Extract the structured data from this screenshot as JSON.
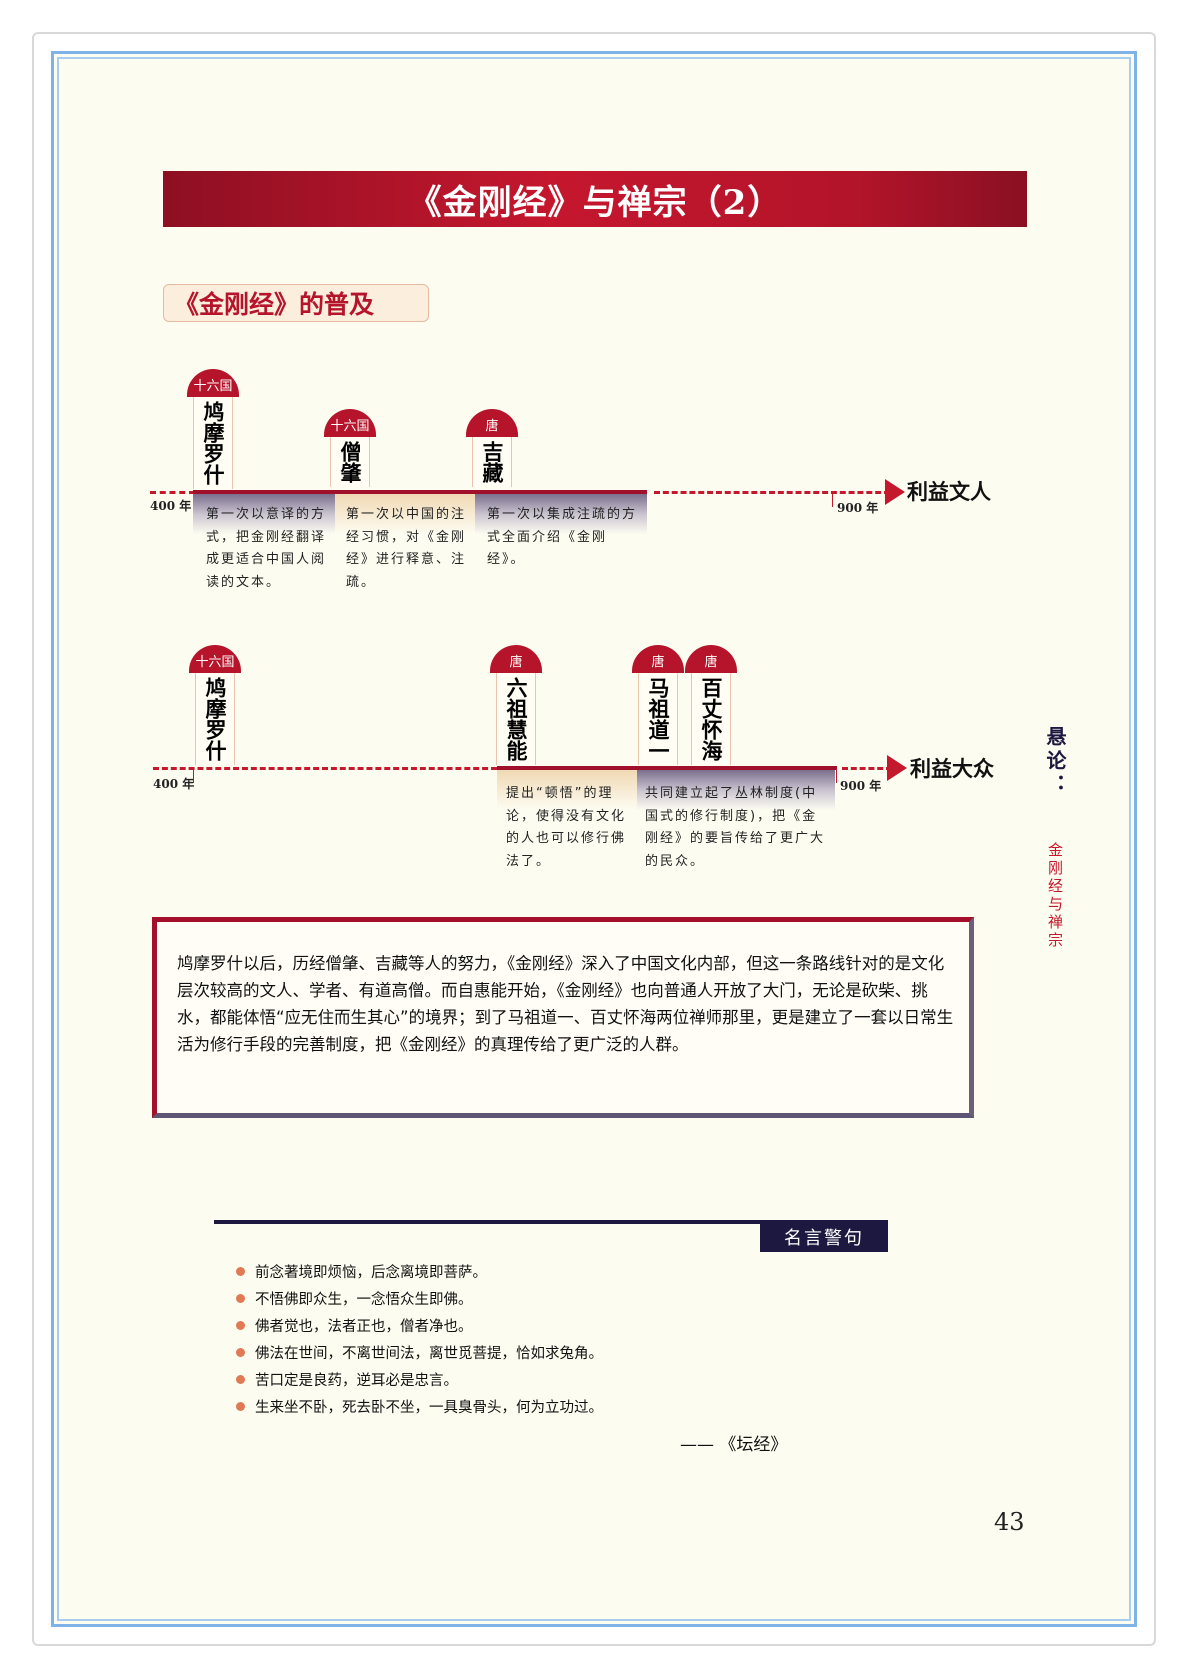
{
  "title": "《金刚经》与禅宗（2）",
  "subtitle": "《金刚经》的普及",
  "timeline1": {
    "start": "400 年",
    "end": "900 年",
    "result": "利益文人",
    "people": [
      {
        "era": "十六国",
        "name": "鸠摩罗什",
        "desc": "第一次以意译的方式，把金刚经翻译成更适合中国人阅读的文本。"
      },
      {
        "era": "十六国",
        "name": "僧肇",
        "desc": "第一次以中国的注经习惯，对《金刚经》进行释意、注疏。"
      },
      {
        "era": "唐",
        "name": "吉藏",
        "desc": "第一次以集成注疏的方式全面介绍《金刚经》。"
      }
    ]
  },
  "timeline2": {
    "start": "400 年",
    "end": "900 年",
    "result": "利益大众",
    "people": [
      {
        "era": "十六国",
        "name": "鸠摩罗什"
      },
      {
        "era": "唐",
        "name": "六祖慧能",
        "desc": "提出“顿悟”的理论，使得没有文化的人也可以修行佛法了。"
      },
      {
        "era": "唐",
        "name": "马祖道一"
      },
      {
        "era": "唐",
        "name": "百丈怀海",
        "desc": "共同建立起了丛林制度(中国式的修行制度)，把《金刚经》的要旨传给了更广大的民众。"
      }
    ]
  },
  "summary": "鸠摩罗什以后，历经僧肇、吉藏等人的努力，《金刚经》深入了中国文化内部，但这一条路线针对的是文化层次较高的文人、学者、有道高僧。而自惠能开始，《金刚经》也向普通人开放了大门，无论是砍柴、挑水，都能体悟“应无住而生其心”的境界；到了马祖道一、百丈怀海两位禅师那里，更是建立了一套以日常生活为修行手段的完善制度，把《金刚经》的真理传给了更广泛的人群。",
  "quotes": {
    "label": "名言警句",
    "items": [
      "前念著境即烦恼，后念离境即菩萨。",
      "不悟佛即众生，一念悟众生即佛。",
      "佛者觉也，法者正也，僧者净也。",
      "佛法在世间，不离世间法，离世觅菩提，恰如求兔角。",
      "苦口定是良药，逆耳必是忠言。",
      "生来坐不卧，死去卧不坐，一具臭骨头，何为立功过。"
    ],
    "source": "—— 《坛经》"
  },
  "side": {
    "section": "悬论：",
    "chapter": "金刚经与禅宗"
  },
  "page_number": "43"
}
